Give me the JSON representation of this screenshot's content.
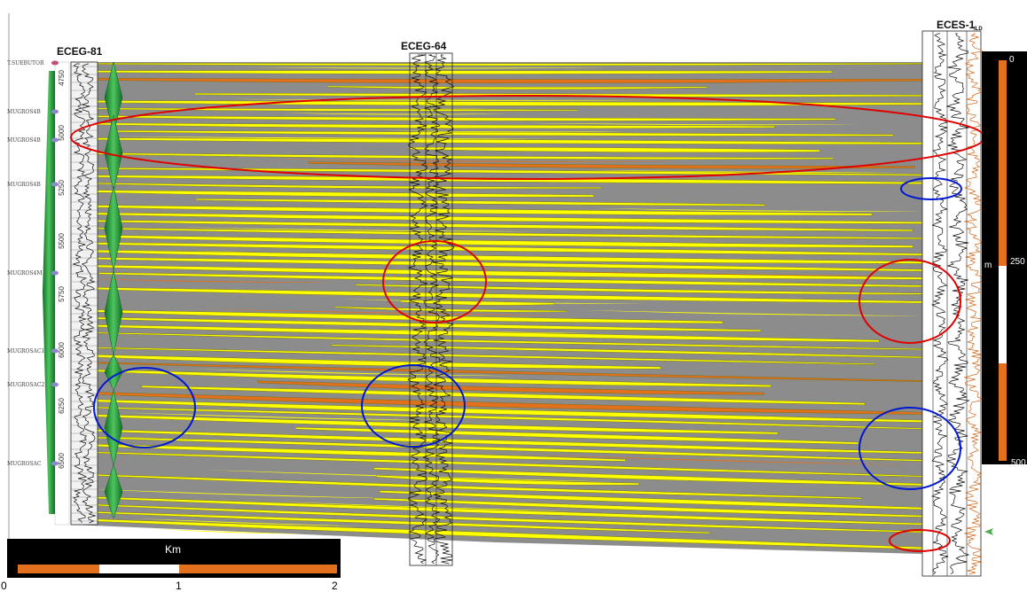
{
  "wells": {
    "left": "ECEG-81",
    "middle": "ECEG-64",
    "right": "ECES-1",
    "right_suffix": "ILD"
  },
  "formation_markers": [
    "T.SUEBUTOR",
    "MUGROS4B",
    "MUGROS4B",
    "MUGROS4B",
    "MUGROS4M",
    "MUGROSAC1",
    "MUGROSAC2",
    "MUGROSAC"
  ],
  "depth_ticks": [
    "4750",
    "5000",
    "5250",
    "5500",
    "5750",
    "6000",
    "6250",
    "6500"
  ],
  "horizontal_scale": {
    "unit": "Km",
    "labels": [
      "0",
      "1",
      "2"
    ]
  },
  "vertical_scale": {
    "unit": "m",
    "labels": [
      "0",
      "250",
      "500"
    ]
  },
  "colors": {
    "sand": "#ffff00",
    "shale": "#8c8c8c",
    "coal": "#e2701d",
    "highlight_red": "#e00000",
    "highlight_blue": "#0018d0",
    "marker_green": "#1e9a3a"
  }
}
